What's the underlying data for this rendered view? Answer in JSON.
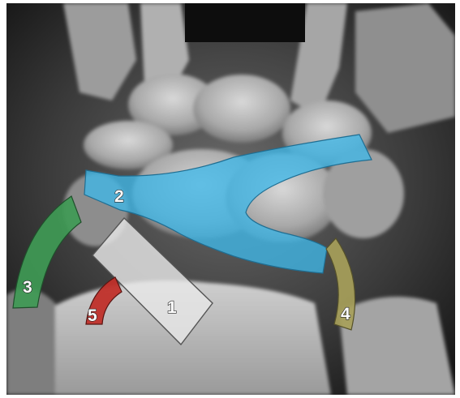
{
  "image": {
    "description_type": "annotated wrist radiograph (PA view)",
    "redaction_color": "#0d0d0d"
  },
  "regions": [
    {
      "id": "1",
      "label": "1",
      "color": "#e6e6e6"
    },
    {
      "id": "2",
      "label": "2",
      "color": "#3fb7e8"
    },
    {
      "id": "3",
      "label": "3",
      "color": "#3f9a55"
    },
    {
      "id": "4",
      "label": "4",
      "color": "#a7a05a"
    },
    {
      "id": "5",
      "label": "5",
      "color": "#c0302a"
    }
  ]
}
